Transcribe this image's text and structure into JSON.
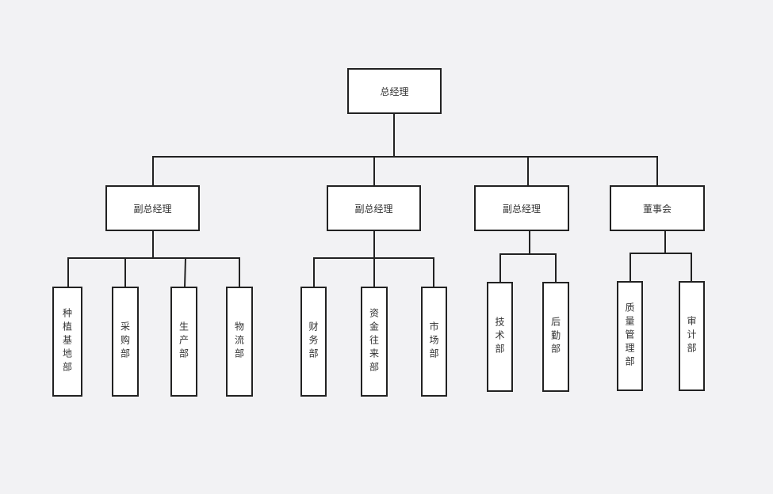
{
  "root": {
    "label": "总经理"
  },
  "level2": [
    {
      "label": "副总经理",
      "children": [
        "种植基地部",
        "采购部",
        "生产部",
        "物流部"
      ]
    },
    {
      "label": "副总经理",
      "children": [
        "财务部",
        "资金往来部",
        "市场部"
      ]
    },
    {
      "label": "副总经理",
      "children": [
        "技术部",
        "后勤部"
      ]
    },
    {
      "label": "董事会",
      "children": [
        "质量管理部",
        "审计部"
      ]
    }
  ]
}
